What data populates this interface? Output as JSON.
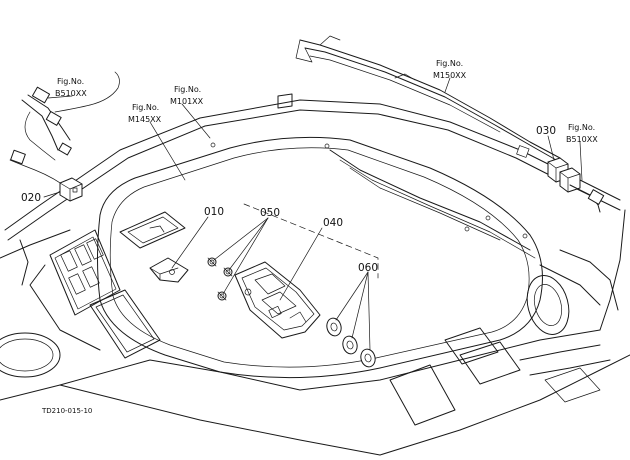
{
  "figure_refs": {
    "b510_left": {
      "line1": "Fig.No.",
      "line2": "B510XX"
    },
    "m145": {
      "line1": "Fig.No.",
      "line2": "M145XX"
    },
    "m101": {
      "line1": "Fig.No.",
      "line2": "M101XX"
    },
    "m150": {
      "line1": "Fig.No.",
      "line2": "M150XX"
    },
    "b510_right": {
      "line1": "Fig.No.",
      "line2": "B510XX"
    }
  },
  "part_numbers": {
    "p010": "010",
    "p020": "020",
    "p030": "030",
    "p040": "040",
    "p050": "050",
    "p060": "060"
  },
  "drawing_code": "TD210-015-10"
}
